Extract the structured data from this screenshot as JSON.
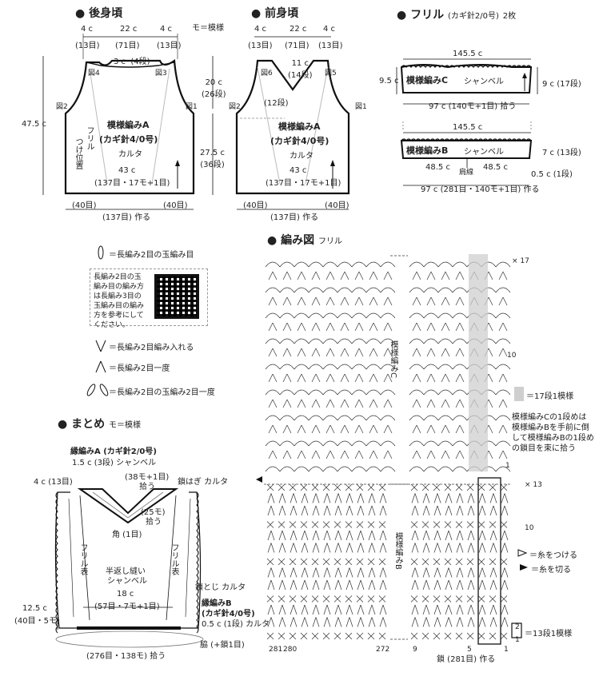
{
  "back_body": {
    "title": "後身頃",
    "mo_note": "モ＝模様",
    "top_widths": [
      "4 c",
      "22 c",
      "4 c"
    ],
    "top_counts": [
      "(13目)",
      "(71目)",
      "(13目)"
    ],
    "neck": "3 c",
    "neck_rows": "(4段)",
    "fig4": "図4",
    "fig3": "図3",
    "fig2": "図2",
    "fig1": "図1",
    "armhole": "20 c",
    "armhole_rows": "(26段)",
    "length": "47.5 c",
    "side": "27.5 c",
    "side_rows": "(36段)",
    "pattern": "模様編みA",
    "needle": "(カギ針4/0号)",
    "karuta": "カルタ",
    "frill_pos": "つけ位置",
    "frill_label": "フリル",
    "width": "43 c",
    "width_counts": "(137目・17モ+1目)",
    "left_count": "(40目)",
    "right_count": "(40目)",
    "make": "(137目) 作る"
  },
  "front_body": {
    "title": "前身頃",
    "top_widths": [
      "4 c",
      "22 c",
      "4 c"
    ],
    "top_counts": [
      "(13目)",
      "(71目)",
      "(13目)"
    ],
    "v_depth": "11 c",
    "v_rows": "(14段)",
    "twelve_rows": "(12段)",
    "fig6": "図6",
    "fig5": "図5",
    "fig2": "図2",
    "fig1": "図1",
    "pattern": "模様編みA",
    "needle": "(カギ針4/0号)",
    "karuta": "カルタ",
    "width": "43 c",
    "width_counts": "(137目・17モ+1目)",
    "left_count": "(40目)",
    "right_count": "(40目)",
    "make": "(137目) 作る"
  },
  "frill": {
    "title": "フリル",
    "needle": "(カギ針2/0号)",
    "qty": "2枚",
    "top_width": "145.5 c",
    "top_height_left": "9.5 c",
    "top_height_right": "9 c",
    "top_rows": "(17段)",
    "pattern_c": "模様編みC",
    "chambray": "シャンベル",
    "pick": "97 c (140モ+1目) 拾う",
    "bottom_width": "145.5 c",
    "pattern_b": "模様編みB",
    "chambray2": "シャンベル",
    "bottom_height": "7 c",
    "bottom_rows": "(13段)",
    "left_half": "48.5 c",
    "shoulder": "肩線",
    "right_half": "48.5 c",
    "edge": "0.5 c (1段)",
    "make": "97 c (281目・140モ+1目) 作る"
  },
  "legend": {
    "puff2": "＝長編み2目の玉編み目",
    "qr_note": "長編み2目の玉編み目の編み方は長編み3目の玉編み目の編み方を参考にしてください。",
    "inc2": "＝長編み2目編み入れる",
    "dec2": "＝長編み2目一度",
    "puff_dec": "＝長編み2目の玉編み2目一度"
  },
  "chart": {
    "title": "編み図",
    "sub": "フリル",
    "pattern_c": "模様編みC",
    "pattern_b": "模様編みB",
    "row17": "17",
    "row10": "10",
    "row1": "1",
    "row13": "13",
    "row10b": "10",
    "row2": "2",
    "row1b": "1",
    "rep17": "＝17段1模様",
    "note": "模様編みCの1段めは\n模様編みBを手前に倒\nして模様編みBの1段め\nの鎖目を束に拾う",
    "attach": "＝糸をつける",
    "cut": "＝糸を切る",
    "rep13": "＝13段1模様",
    "bottom_nums": [
      "281",
      "280",
      "272",
      "9",
      "5",
      "1"
    ],
    "chain_make": "鎖 (281目) 作る"
  },
  "assembly": {
    "title": "まとめ",
    "mo": "モ＝模様",
    "edge_a": "縁編みA (カギ針2/0号)",
    "edge_a_spec": "1.5 c (3段) シャンベル",
    "shoulder_w": "4 c (13目)",
    "neck_pick": "(38モ+1目)",
    "pick": "拾う",
    "chain_karuta": "鎖はぎ カルタ",
    "pick25": "(25モ)",
    "pick25b": "拾う",
    "corner": "角 (1目)",
    "frill_front_l": "フリル表",
    "frill_front_r": "フリル表",
    "half_back": "半返し縫い",
    "chambray": "シャンベル",
    "chain_close": "鎖とじ カルタ",
    "hem_w": "18 c",
    "hem_counts": "(57目・7モ+1目)",
    "edge_b": "縁編みB",
    "edge_b_needle": "(カギ針4/0号)",
    "edge_b_spec": "0.5 c (1段) カルタ",
    "side_len": "12.5 c",
    "side_counts": "(40目・5モ)",
    "armpit": "脇 (+鎖1目)",
    "hem_pick": "(276目・138モ) 拾う"
  }
}
